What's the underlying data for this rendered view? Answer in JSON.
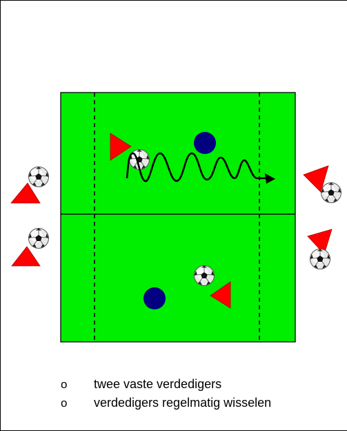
{
  "colors": {
    "field": "#00ee00",
    "field_line": "#000000",
    "defender": "#000080",
    "cone": "#ff0000",
    "text": "#000000"
  },
  "icons": {
    "cone": "red-triangle-cone-icon",
    "ball": "soccer-ball-icon",
    "defender": "navy-circle-defender-icon",
    "dribble": "wavy-dribble-arrow-icon",
    "bullet": "hollow-circle-bullet"
  },
  "notes": {
    "bullet": "o",
    "items": [
      "twee vaste verdedigers",
      "verdedigers regelmatig wisselen"
    ]
  }
}
